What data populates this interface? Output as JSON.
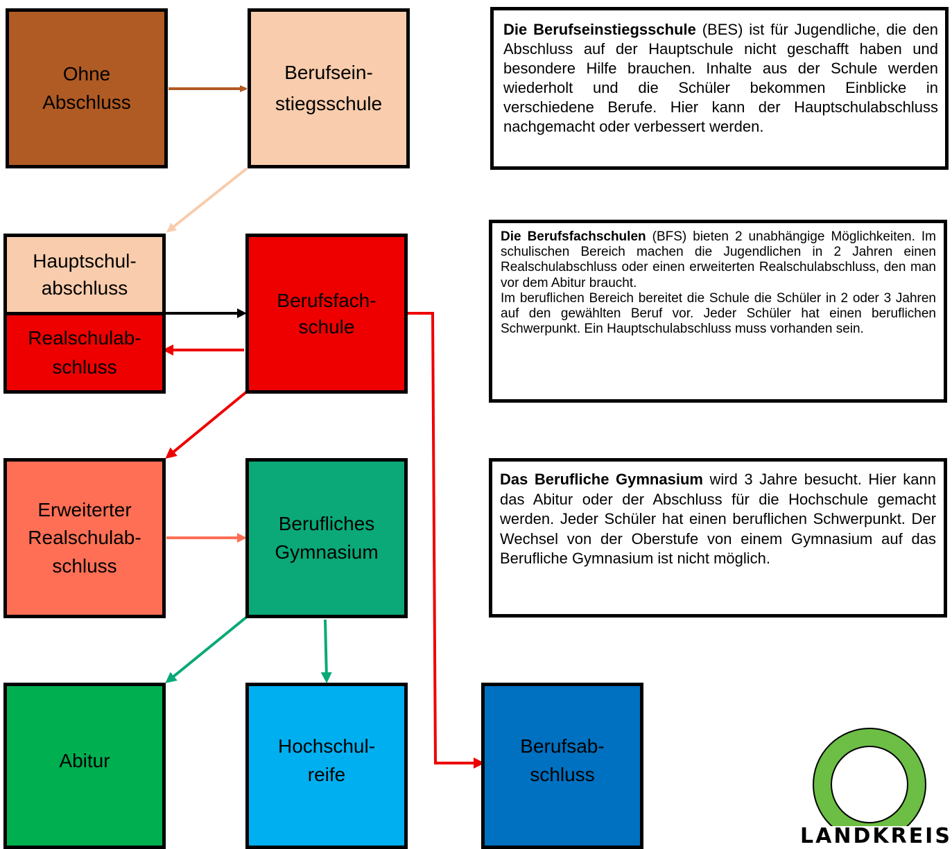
{
  "boxes": {
    "ohne": {
      "line1": "Ohne",
      "line2": "Abschluss",
      "color": "#B05B24"
    },
    "bes": {
      "line1": "Berufsein-",
      "line2": "stiegsschule",
      "color": "#F8CCAC"
    },
    "haupt": {
      "line1": "Hauptschul-",
      "line2": "abschluss",
      "color": "#F8CCAC"
    },
    "real": {
      "line1": "Realschulab-",
      "line2": "schluss",
      "color": "#EE0000"
    },
    "bfs": {
      "line1": "Berufsfach-",
      "line2": "schule",
      "color": "#EE0000"
    },
    "erw": {
      "line1": "Erweiterter",
      "line2": "Realschulab-",
      "line3": "schluss",
      "color": "#FF6F55"
    },
    "bg": {
      "line1": "Berufliches",
      "line2": "Gymnasium",
      "color": "#0AA977"
    },
    "abitur": {
      "line1": "Abitur",
      "color": "#00AF50"
    },
    "hoch": {
      "line1": "Hochschul-",
      "line2": "reife",
      "color": "#00AFEF"
    },
    "berufsab": {
      "line1": "Berufsab-",
      "line2": "schluss",
      "color": "#0070C0"
    }
  },
  "info": {
    "bes": {
      "bold": "Die Berufseinstiegsschule",
      "text": " (BES) ist für Jugendliche, die den Abschluss auf der Hauptschule nicht geschafft haben und besondere Hilfe brauchen. Inhalte aus der Schule werden wiederholt und die Schüler bekommen Einblicke in verschiedene Berufe. Hier kann der Hauptschulabschluss nachgemacht oder verbessert werden."
    },
    "bfs": {
      "bold": "Die Berufsfachschulen",
      "text": " (BFS) bieten 2 unabhängige Möglichkeiten. Im schulischen Bereich machen die Jugendlichen in 2 Jahren einen Realschulabschluss oder einen erweiterten Realschulabschluss, den man vor dem Abitur braucht.",
      "text2": "Im beruflichen Bereich bereitet die Schule die Schüler in 2 oder 3 Jahren auf den gewählten Beruf vor. Jeder Schüler hat einen beruflichen Schwerpunkt. Ein Hauptschulabschluss muss vorhanden sein."
    },
    "bg": {
      "bold": "Das Berufliche Gymnasium",
      "text": " wird 3 Jahre besucht. Hier kann das Abitur oder der Abschluss für die Hochschule gemacht werden. Jeder Schüler hat einen beruflichen Schwerpunkt. Der Wechsel von der Oberstufe von einem Gymnasium auf das Berufliche Gymnasium ist nicht möglich."
    }
  },
  "logo": {
    "text": "LANDKREIS",
    "ring_color": "#6CBE45"
  },
  "arrow_colors": {
    "brown": "#B05B24",
    "peach": "#F8CCAC",
    "black": "#000000",
    "red": "#EE0000",
    "salmon": "#FF6F55",
    "green": "#0AA977"
  }
}
